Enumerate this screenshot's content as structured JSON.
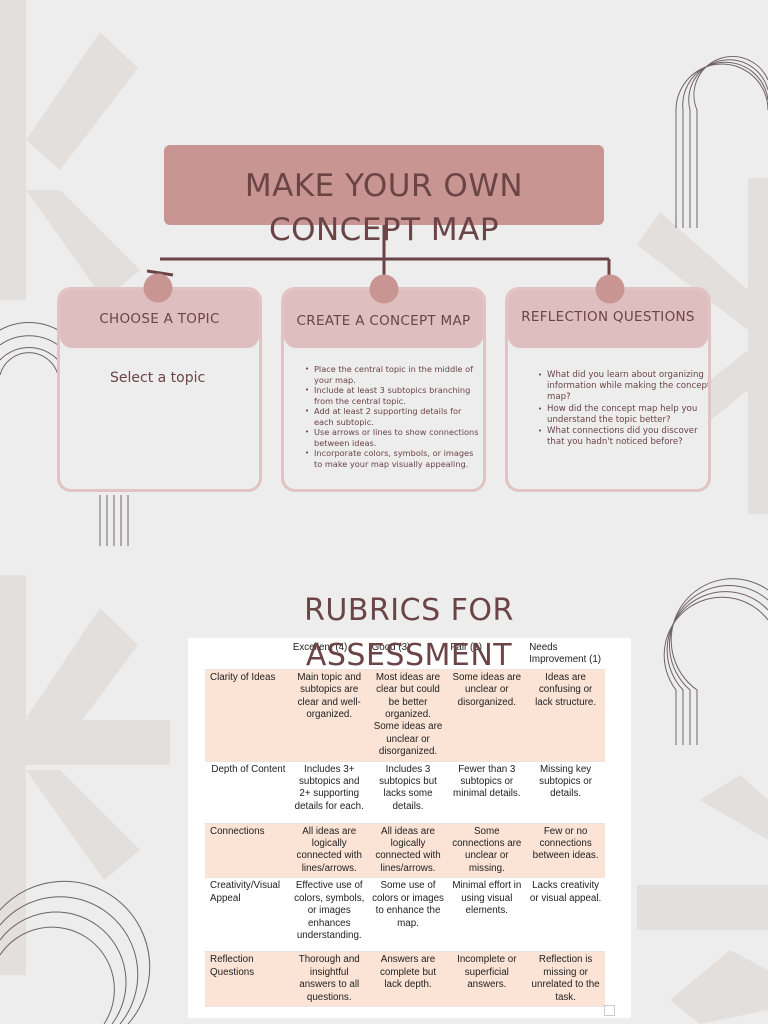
{
  "main_title_line1": "MAKE YOUR OWN",
  "main_title_line2": "CONCEPT MAP",
  "cards": [
    {
      "title": "CHOOSE A TOPIC",
      "body": "Select a topic"
    },
    {
      "title": "CREATE A CONCEPT MAP",
      "items": [
        "Place the central topic in the middle of your map.",
        "Include at least 3 subtopics branching from the central topic.",
        "Add at least 2 supporting details for each subtopic.",
        "Use arrows or lines to show connections between ideas.",
        "Incorporate colors, symbols, or images to make your map visually appealing."
      ]
    },
    {
      "title": "REFLECTION QUESTIONS",
      "items": [
        "What did you learn about organizing information while making the concept map?",
        "How did the concept map help you understand the topic better?",
        "What connections did you discover that you hadn't noticed before?"
      ]
    }
  ],
  "rubric": {
    "title_line1": "RUBRICS FOR",
    "title_line2": "ASSESSMENT",
    "headers": [
      "",
      "Excellent (4)",
      "Good (3)",
      "Fair (2)",
      "Needs Improvement (1)"
    ],
    "rows": [
      {
        "criterion": "Clarity of Ideas",
        "cells": [
          "Main topic and subtopics are clear and well-organized.",
          "Most ideas are clear but could be better organized. Some ideas are unclear or disorganized.",
          "Some ideas are unclear or disorganized.",
          "Ideas are confusing or lack structure."
        ]
      },
      {
        "criterion": "Depth of Content",
        "cells": [
          "Includes 3+ subtopics and 2+ supporting details for each.",
          "Includes 3 subtopics but lacks some details.",
          "Fewer than 3 subtopics or minimal details.",
          "Missing key subtopics or details."
        ]
      },
      {
        "criterion": "Connections",
        "cells": [
          "All ideas are logically connected with lines/arrows.",
          "All ideas are logically connected with lines/arrows.",
          "Some connections are unclear or missing.",
          "Few or no connections between ideas."
        ]
      },
      {
        "criterion": "Creativity/Visual Appeal",
        "cells": [
          "Effective use of colors, symbols, or images enhances understanding.",
          "Some use of colors or images to enhance the map.",
          "Minimal effort in using visual elements.",
          "Lacks creativity or visual appeal."
        ]
      },
      {
        "criterion": "Reflection Questions",
        "cells": [
          "Thorough and insightful answers to all questions.",
          "Answers are complete but lack depth.",
          "Incomplete or superficial answers.",
          "Reflection is missing or unrelated to the task."
        ]
      }
    ]
  },
  "colors": {
    "background": "#ededed",
    "title_bar": "#c89593",
    "card_header": "#dfbebf",
    "text": "#6b4446",
    "rubric_shade": "#fbe3d6"
  }
}
